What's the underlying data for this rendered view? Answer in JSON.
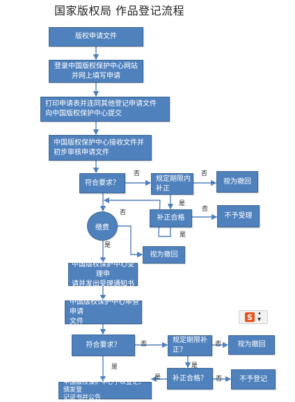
{
  "title": "国家版权局  作品登记流程",
  "steps": {
    "apply": "版权申请文件",
    "login_1": "登录中国版权保护中心网站",
    "login_2": "并网上填写申请",
    "print_1": "打印申请表并连同其他登记申请文件",
    "print_2": "向中国版权保护中心提交",
    "receive_1": "中国版权保护中心接收文件并",
    "receive_2": "初步审核申请文件",
    "meets_1": "符合要求？",
    "correct_1_a": "规定期限内",
    "correct_1_b": "补正",
    "withdraw_1": "视为撤回",
    "corrected_1": "补正合格",
    "reject": "不予受理",
    "fee": "缴费",
    "withdraw_2": "视为撤回",
    "accept_1": "中国版权保护中心受理申",
    "accept_2": "请并发出受理通知书",
    "review_1": "中国版权保护中心审查申请",
    "review_2": "文件",
    "meets_2": "符合要求？",
    "correct_2_a": "规定期限补",
    "correct_2_b": "正？",
    "withdraw_3": "视为撤回",
    "corrected_2": "补正合格？",
    "no_register": "不予登记",
    "register_1": "中国版权保护中心予以登记，颁发登",
    "register_2": "记证书并公告"
  },
  "labels": {
    "no": "否",
    "yes": "是"
  },
  "ime": {
    "logo": "S",
    "icon": "sogou-ime-icon"
  }
}
